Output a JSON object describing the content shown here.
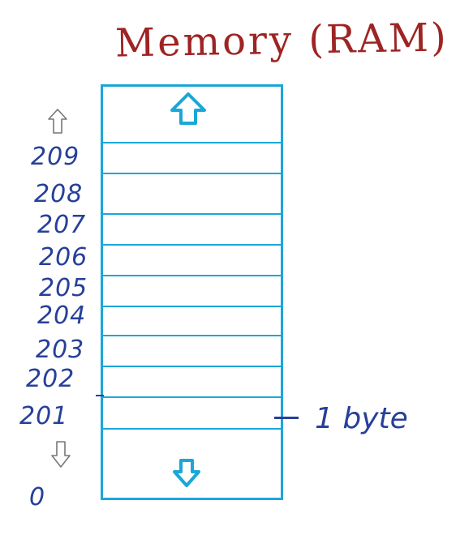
{
  "title": "Memory (RAM)",
  "addresses": [
    {
      "label": "209"
    },
    {
      "label": "208"
    },
    {
      "label": "207"
    },
    {
      "label": "206"
    },
    {
      "label": "205"
    },
    {
      "label": "204"
    },
    {
      "label": "203"
    },
    {
      "label": "202"
    },
    {
      "label": "201"
    }
  ],
  "zero_label": "0",
  "byte_label": "1 byte",
  "icons": {
    "cell_top": "up-arrow-icon",
    "cell_bottom": "down-arrow-icon",
    "left_top": "up-arrow-icon",
    "left_bottom": "down-arrow-icon"
  },
  "colors": {
    "title": "#9e2424",
    "memory_lines": "#1aa7d8",
    "handwriting": "#26409a",
    "left_arrows": "#777777"
  }
}
